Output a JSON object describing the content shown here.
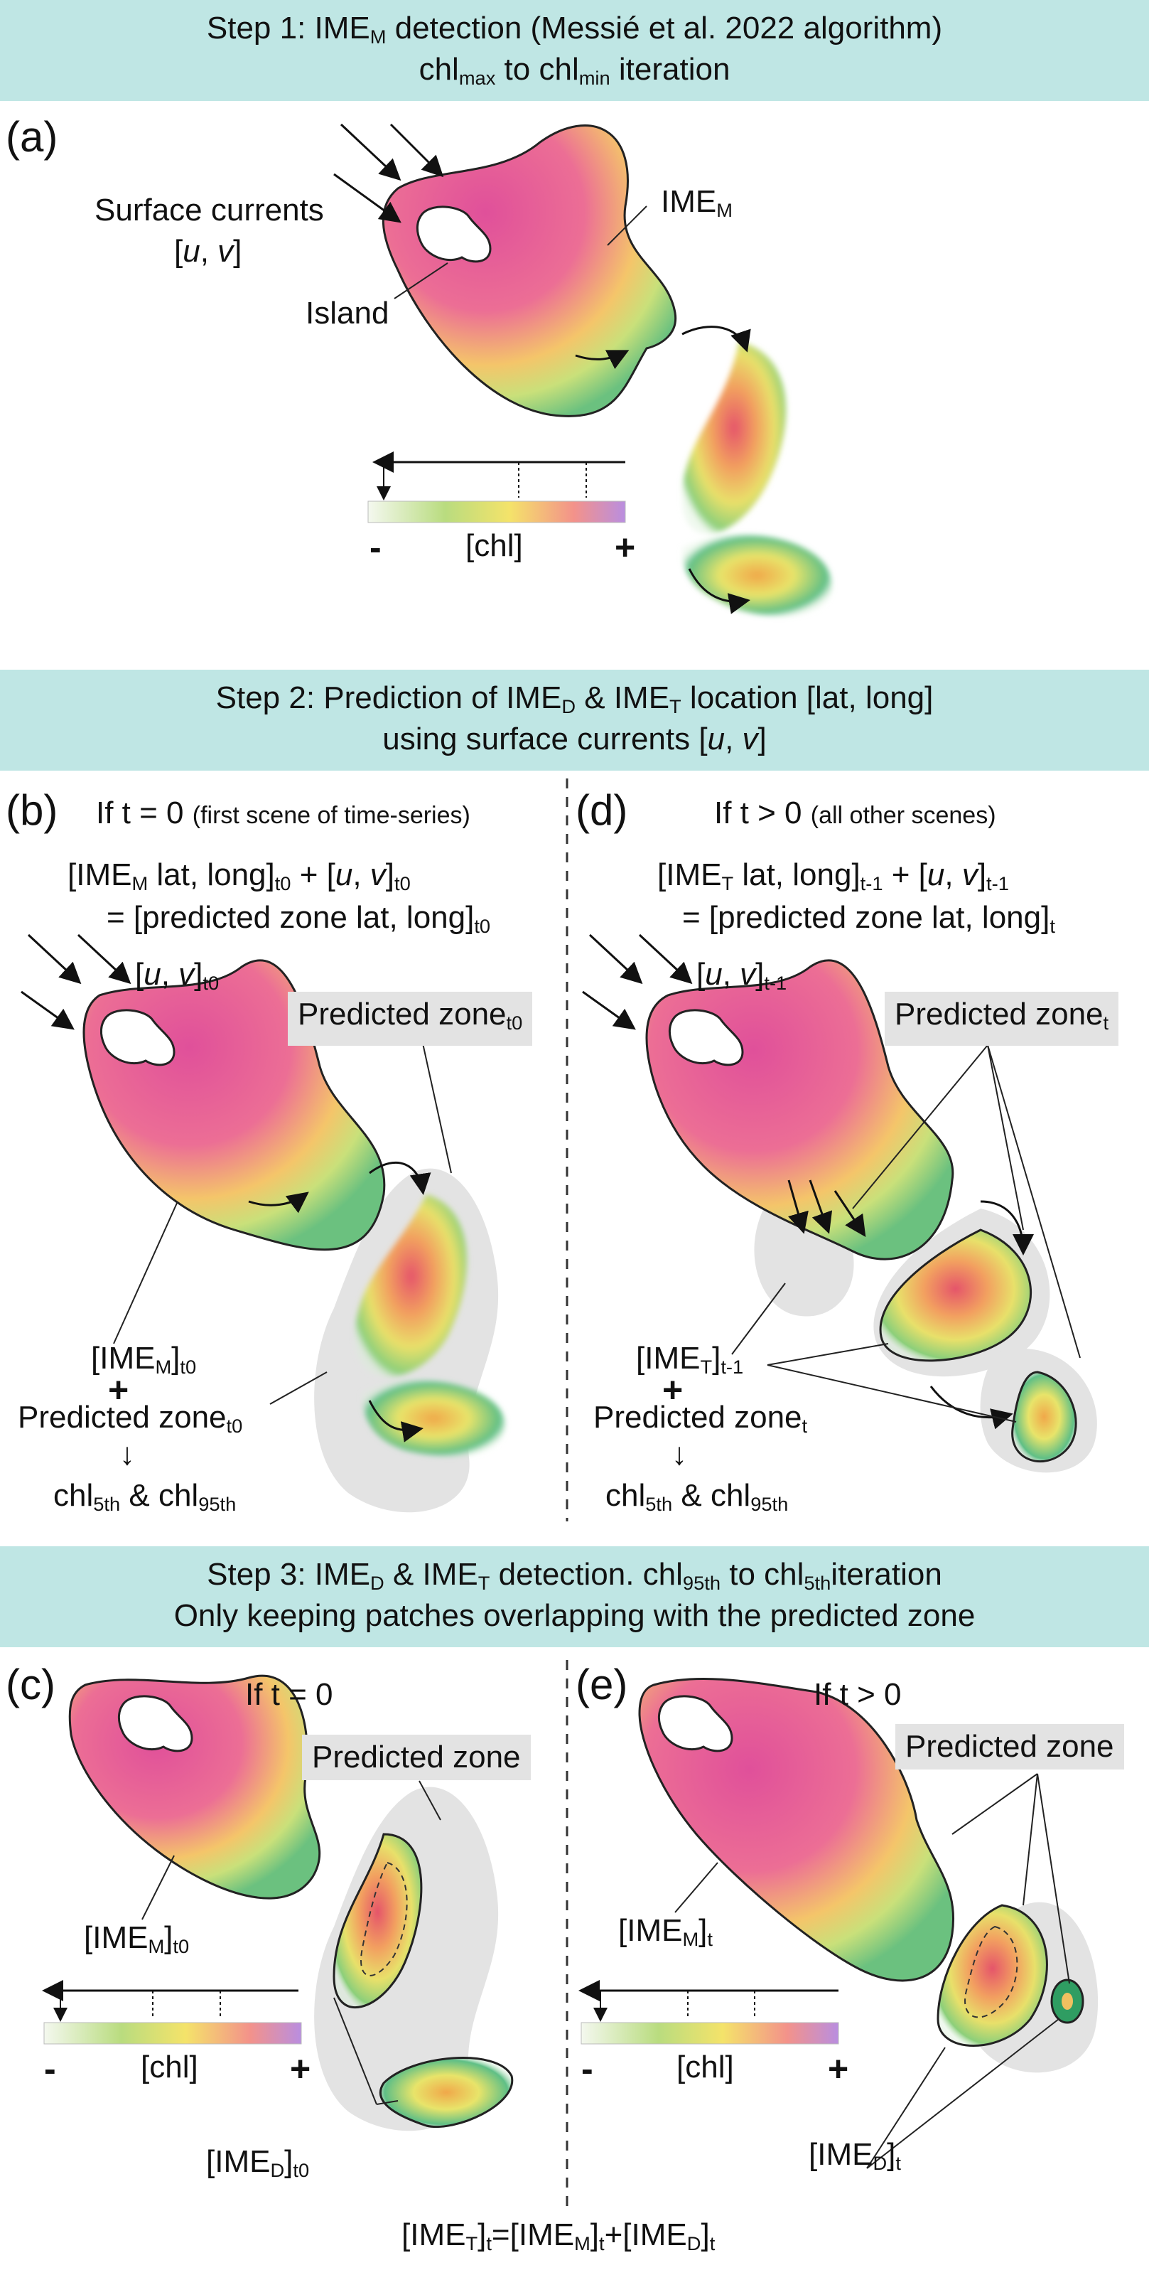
{
  "step1": {
    "title_pre": "Step 1: IME",
    "title_sub": "M",
    "title_post": " detection (Messié et al. 2022 algorithm)",
    "line2_a": "chl",
    "line2_sub1": "max",
    "line2_b": " to chl",
    "line2_sub2": "min",
    "line2_c": " iteration"
  },
  "panel_a": {
    "letter": "(a)",
    "surface_currents": "Surface currents",
    "uv_open": "[",
    "u": "u",
    "comma": ", ",
    "v": "v",
    "uv_close": "]",
    "island": "Island",
    "ime_label": "IME",
    "ime_sub": "M",
    "colorbar_minus": "-",
    "colorbar_label": "[chl]",
    "colorbar_plus": "+"
  },
  "step2": {
    "line1_pre": "Step 2: Prediction of IME",
    "line1_sub1": "D",
    "line1_mid": " & IME",
    "line1_sub2": "T",
    "line1_post": " location [lat, long]",
    "line2_pre": "using surface currents [",
    "u": "u",
    "comma": ", ",
    "v": "v",
    "line2_post": "]"
  },
  "panel_b": {
    "letter": "(b)",
    "cond": "If t = 0",
    "cond_note": "(first scene of time-series)",
    "eq1_a": "[IME",
    "eq1_sub": "M",
    "eq1_b": " lat, long]",
    "eq1_t": "t0",
    "eq1_c": " + [",
    "eq1_u": "u",
    "eq1_comma": ", ",
    "eq1_v": "v",
    "eq1_d": "]",
    "eq1_t2": "t0",
    "eq2_a": "= [predicted zone lat, long]",
    "eq2_t": "t0",
    "uv_a": "[",
    "uv_u": "u",
    "uv_comma": ", ",
    "uv_v": "v",
    "uv_b": "]",
    "uv_t": "t0",
    "pz_label": "Predicted zone",
    "pz_sub": "t0",
    "imem_a": "[IME",
    "imem_sub": "M",
    "imem_b": "]",
    "imem_t": "t0",
    "plus": "+",
    "pz2": "Predicted zone",
    "pz2_sub": "t0",
    "arrow": "↓",
    "chl_a": "chl",
    "chl_sub1": "5th",
    "chl_b": " & chl",
    "chl_sub2": "95th"
  },
  "panel_d": {
    "letter": "(d)",
    "cond": "If t > 0",
    "cond_note": "(all other scenes)",
    "eq1_a": "[IME",
    "eq1_sub": "T",
    "eq1_b": " lat, long]",
    "eq1_t": "t-1",
    "eq1_c": " + [",
    "eq1_u": "u",
    "eq1_comma": ", ",
    "eq1_v": "v",
    "eq1_d": "]",
    "eq1_t2": "t-1",
    "eq2_a": "= [predicted zone lat, long]",
    "eq2_t": "t",
    "uv_a": "[",
    "uv_u": "u",
    "uv_comma": ", ",
    "uv_v": "v",
    "uv_b": "]",
    "uv_t": "t-1",
    "pz_label": "Predicted zone",
    "pz_sub": "t",
    "imet_a": "[IME",
    "imet_sub": "T",
    "imet_b": "]",
    "imet_t": "t-1",
    "plus": "+",
    "pz2": "Predicted zone",
    "pz2_sub": "t",
    "arrow": "↓",
    "chl_a": "chl",
    "chl_sub1": "5th",
    "chl_b": " & chl",
    "chl_sub2": "95th"
  },
  "step3": {
    "line1_pre": "Step 3: IME",
    "line1_sub1": "D",
    "line1_mid": " & IME",
    "line1_sub2": "T",
    "line1_b": " detection. chl",
    "line1_sub3": "95th",
    "line1_c": " to chl",
    "line1_sub4": "5th",
    "line1_d": "iteration",
    "line2": "Only keeping patches overlapping with the predicted zone"
  },
  "panel_c": {
    "letter": "(c)",
    "cond": "If t = 0",
    "pz_label": "Predicted zone",
    "imem_a": "[IME",
    "imem_sub": "M",
    "imem_b": "]",
    "imem_t": "t0",
    "imed_a": "[IME",
    "imed_sub": "D",
    "imed_b": "]",
    "imed_t": "t0",
    "colorbar_minus": "-",
    "colorbar_label": "[chl]",
    "colorbar_plus": "+"
  },
  "panel_e": {
    "letter": "(e)",
    "cond": "If t > 0",
    "pz_label": "Predicted zone",
    "imem_a": "[IME",
    "imem_sub": "M",
    "imem_b": "]",
    "imem_t": "t",
    "imed_a": "[IME",
    "imed_sub": "D",
    "imed_b": "]",
    "imed_t": "t",
    "colorbar_minus": "-",
    "colorbar_label": "[chl]",
    "colorbar_plus": "+"
  },
  "footer": {
    "a": "[IME",
    "s1": "T",
    "b": "]",
    "t1": "t",
    "c": "=[IME",
    "s2": "M",
    "d": "]",
    "t2": "t",
    "e": "+[IME",
    "s3": "D",
    "f": "]",
    "t3": "t"
  },
  "colors": {
    "header_bg": "#bfe6e4",
    "predicted_zone": "#e3e3e3",
    "chl_low": "#eef6e8",
    "chl_mid": "#f4e36a",
    "chl_high": "#ec5a93",
    "chl_max": "#b98ee0"
  }
}
